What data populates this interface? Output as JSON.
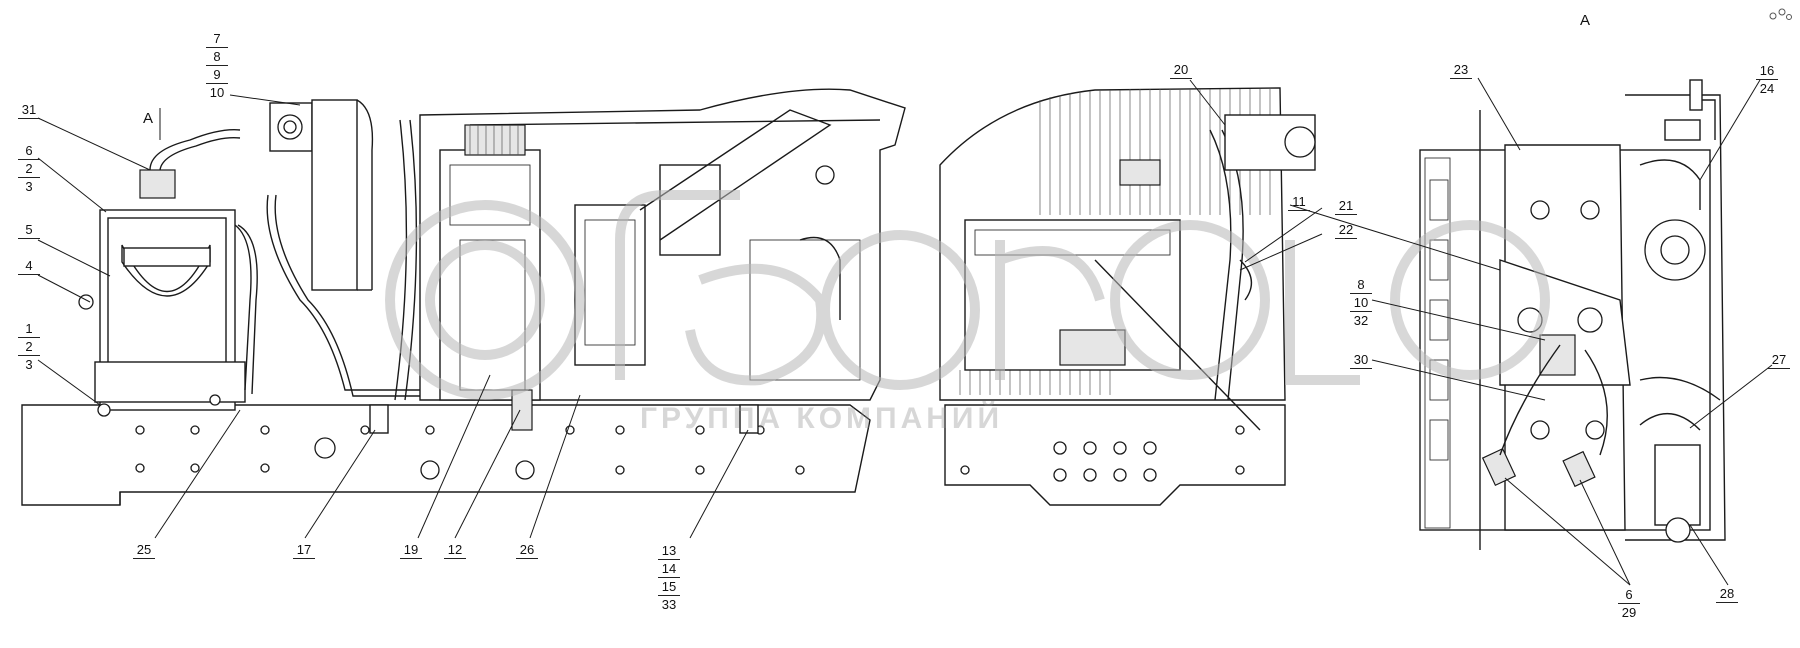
{
  "drawing": {
    "view_markers": [
      "А",
      "А"
    ],
    "watermark_text": "ГРУППА КОМПАНИЙ",
    "colors": {
      "line": "#1a1a1a",
      "background": "#ffffff",
      "watermark": "#8c8c8c"
    }
  },
  "callouts": {
    "c31": "31",
    "stack_7_10": [
      "7",
      "8",
      "9",
      "10"
    ],
    "stack_6_3": [
      "6",
      "2",
      "3"
    ],
    "c5": "5",
    "c4": "4",
    "stack_1_3": [
      "1",
      "2",
      "3"
    ],
    "c25": "25",
    "c17": "17",
    "c19": "19",
    "c12": "12",
    "c26": "26",
    "stack_13_33": [
      "13",
      "14",
      "15",
      "33"
    ],
    "c20": "20",
    "c21": "21",
    "c22": "22",
    "c23": "23",
    "stack_16_24": [
      "16",
      "24"
    ],
    "c11": "11",
    "stack_8_32": [
      "8",
      "10",
      "32"
    ],
    "c30": "30",
    "c27": "27",
    "stack_6_29": [
      "6",
      "29"
    ],
    "c28": "28"
  }
}
